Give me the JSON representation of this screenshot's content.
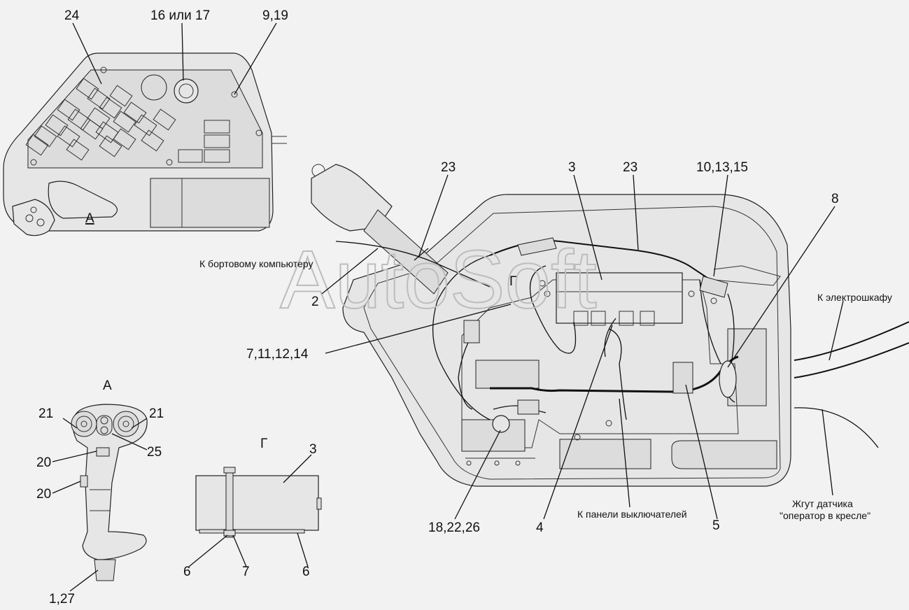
{
  "watermark": "AutoSoft",
  "views": {
    "view_a": "А",
    "view_g": "Г"
  },
  "callouts": {
    "c24": "24",
    "c16_17": "16 или 17",
    "c9_19": "9,19",
    "c_a_top": "А",
    "c23_left": "23",
    "c3_main": "3",
    "c23_mid": "23",
    "c10_13_15": "10,13,15",
    "c8": "8",
    "c2": "2",
    "c7_11_12_14": "7,11,12,14",
    "c_g_main": "Г",
    "c21_left": "21",
    "c21_right": "21",
    "c25": "25",
    "c20_top": "20",
    "c20_bottom": "20",
    "c1_27": "1,27",
    "c3_detail": "3",
    "c6_left": "6",
    "c7": "7",
    "c6_right": "6",
    "c18_22_26": "18,22,26",
    "c4": "4",
    "c5": "5"
  },
  "notes": {
    "to_computer": "К бортовому компьютеру",
    "to_cabinet": "К электрошкафу",
    "to_switch_panel": "К панели выключателей",
    "sensor_line1": "Жгут датчика",
    "sensor_line2": "\"оператор в кресле\""
  },
  "colors": {
    "background": "#f2f2f2",
    "line": "#111111",
    "watermark": "#bdbdbd"
  }
}
